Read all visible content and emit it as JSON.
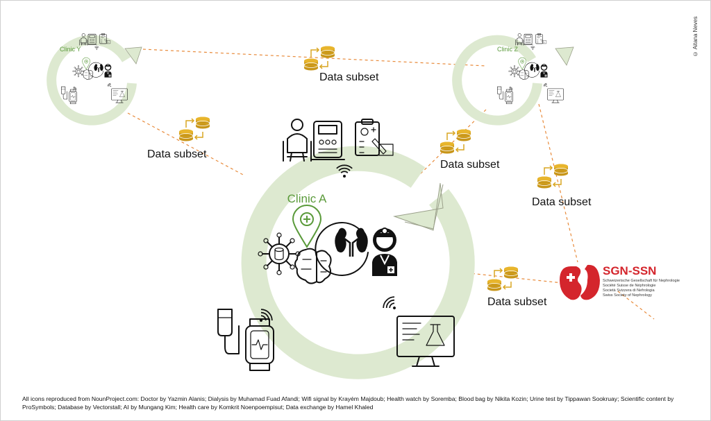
{
  "copyright": "© Aitana Neves",
  "clinics": {
    "a": "Clinic A",
    "y": "Clinic Y",
    "z": "Clinic Z"
  },
  "data_subset_label": "Data subset",
  "sgn": {
    "title": "SGN-SSN",
    "line1": "Schweizerische Gesellschaft für Nephrologie",
    "line2": "Société Suisse de Néphrologie",
    "line3": "Società Svizzera di Nefrologia",
    "line4": "Swiss Society of Nephrology"
  },
  "credits": "All icons reproduced from NounProject.com: Doctor by Yazmin Alanis; Dialysis by Muhamad Fuad Afandi; Wifi signal by Krayém Majdoub; Health watch by Soremba; Blood bag by Nikita Kozin; Urine test by Tippawan Sookruay; Scientific content by ProSymbols; Database by Vectorstall; AI by Mungang Kim; Health care by Komkrit Noenpoempisut; Data exchange by Hamel Khaled",
  "colors": {
    "ring": "#dde9d0",
    "clinic_label": "#5a9a3a",
    "connector": "#e88a3a",
    "coin": "#d9a520",
    "sgn_red": "#d4252c"
  },
  "icons": [
    "person-dialysis-icon",
    "dialysis-machine-icon",
    "urine-test-icon",
    "wifi-icon",
    "location-pin-icon",
    "database-network-icon",
    "ai-brain-icon",
    "kidney-icon",
    "doctor-icon",
    "blood-bag-icon",
    "health-watch-icon",
    "lab-monitor-icon",
    "data-exchange-icon",
    "sgn-kidney-logo"
  ]
}
